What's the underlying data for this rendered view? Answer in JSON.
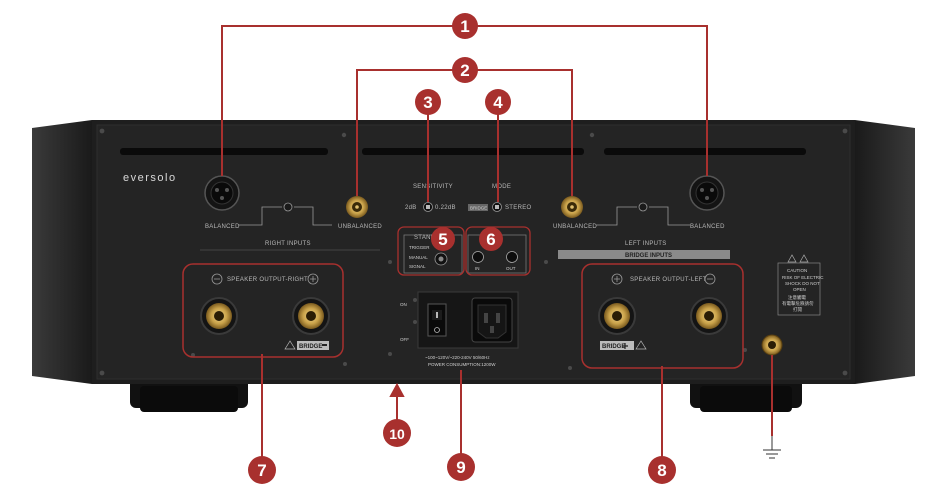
{
  "brand": "eversolo",
  "labels": {
    "balanced_right": "BALANCED",
    "unbalanced_right": "UNBALANCED",
    "right_inputs": "RIGHT INPUTS",
    "unbalanced_left": "UNBALANCED",
    "balanced_left": "BALANCED",
    "left_inputs": "LEFT INPUTS",
    "bridge_inputs": "BRIDGE INPUTS",
    "sensitivity": "SENSITIVITY",
    "sens_low": "2dB",
    "sens_high": "0.22dB",
    "mode": "MODE",
    "mode_bridge": "BRIDGE",
    "mode_stereo": "STEREO",
    "standby": "STAND",
    "trigger": "TRIGGER",
    "manual": "MANUAL",
    "signal": "SIGNAL",
    "trig_in": "IN",
    "trig_out": "OUT",
    "speaker_right": "SPEAKER OUTPUT-RIGHT",
    "speaker_left": "SPEAKER OUTPUT-LEFT",
    "bridge": "BRIDGE",
    "power_on": "ON",
    "power_off": "OFF",
    "voltage": "~100~120V/~220-240V  50/60Hz",
    "consumption": "POWER CONSUMPTION:1200W",
    "caution": "CAUTION",
    "caution_l1": "RISK OF ELECTRIC",
    "caution_l2": "SHOCK DO NOT",
    "caution_l3": "OPEN",
    "caution_cn1": "注意觸電",
    "caution_cn2": "有電擊危險請勿",
    "caution_cn3": "打開"
  },
  "callouts": {
    "c1": "1",
    "c2": "2",
    "c3": "3",
    "c4": "4",
    "c5": "5",
    "c6": "6",
    "c7": "7",
    "c8": "8",
    "c9": "9",
    "c10": "10"
  },
  "colors": {
    "callout": "#a8302e",
    "chassis": "#1f1f1f",
    "panel": "#262626",
    "gold": "#c9a24a"
  }
}
